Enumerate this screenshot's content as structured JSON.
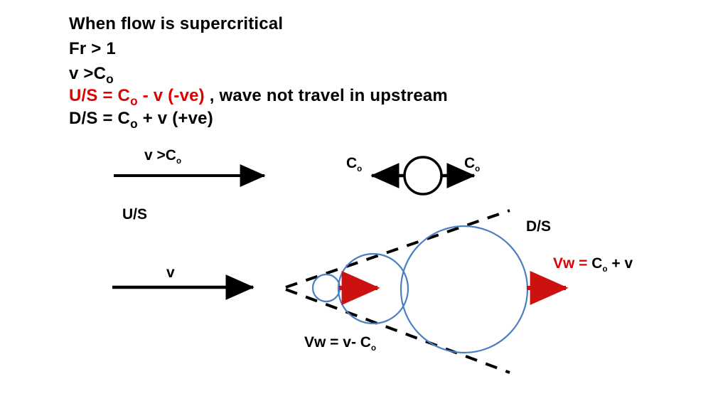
{
  "heading": {
    "line1": "When flow is supercritical",
    "line2": "Fr > 1",
    "line3_v": "v >C",
    "line3_sub": "o",
    "line4_red_a": "U/S = C",
    "line4_red_sub": "o",
    "line4_red_b": " - v (-ve)",
    "line4_black": " , wave not travel in upstream",
    "line5_a": "D/S = C",
    "line5_sub": "o",
    "line5_b": " + v (+ve)"
  },
  "upper_diagram": {
    "flow_label_main": "v >C",
    "flow_label_sub": "o",
    "upstream_label": "U/S",
    "wave_speed_left_main": "C",
    "wave_speed_left_sub": "o",
    "wave_speed_right_main": "C",
    "wave_speed_right_sub": "o"
  },
  "lower_diagram": {
    "flow_label": "v",
    "downstream_label": "D/S",
    "upstream_wave_label_a": "Vw = v- C",
    "upstream_wave_label_sub": "o",
    "downstream_wave_red": "Vw =",
    "downstream_wave_black_a": " C",
    "downstream_wave_black_sub": "o",
    "downstream_wave_black_b": " + v"
  },
  "colors": {
    "red_text": "#e00000",
    "red_arrow": "#cc1111",
    "circle_blue": "#4a7fc1",
    "black": "#000000"
  },
  "icons": {
    "flow_arrow_upper": "right-arrow-icon",
    "flow_arrow_lower": "right-arrow-icon",
    "wave_arrow_left": "left-arrow-icon",
    "wave_arrow_right": "right-arrow-icon",
    "red_arrow_inner": "red-right-arrow-icon",
    "red_arrow_outer": "red-right-arrow-icon",
    "mach_cone": "dashed-cone-icon"
  }
}
